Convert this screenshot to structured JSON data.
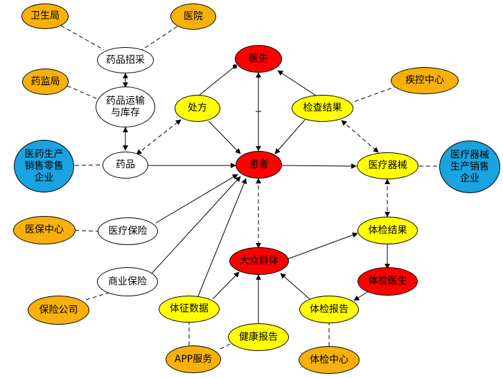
{
  "colors": {
    "authority": "#f7b10a",
    "mid": "#ffff00",
    "core": "#ff0000",
    "enterprise": "#1aa3e0",
    "plain": "#ffffff"
  },
  "nodes": {
    "weishengju": "卫生局",
    "yiyuan": "医院",
    "yaopin_zhaocai": "药品招采",
    "yaojianju": "药监局",
    "yaopin_yunshu": "药品运输\n与库存",
    "yisheng": "医生",
    "jikong_zhongxin": "疾控中心",
    "chufang": "处方",
    "jiancha_jieguo": "检查结果",
    "yiyao_qiye": "医药生产\n销售零售\n企业",
    "yaopin": "药品",
    "huanzhe": "患者",
    "yiliao_qixie": "医疗器械",
    "qixie_qiye": "医疗器械\n生产销售\n企业",
    "yibao_zhongxin": "医保中心",
    "yiliao_baoxian": "医疗保险",
    "tijian_jieguo": "体检结果",
    "dazhong_qunti": "大众群体",
    "shangye_baoxian": "商业保险",
    "tijian_yisheng": "体检医生",
    "baoxian_gongsi": "保险公司",
    "tizheng_shuju": "体征数据",
    "tijian_baogao": "体检报告",
    "jiankang_baogao": "健康报告",
    "app_fuwu": "APP服务",
    "tijian_zhongxin": "体检中心"
  }
}
